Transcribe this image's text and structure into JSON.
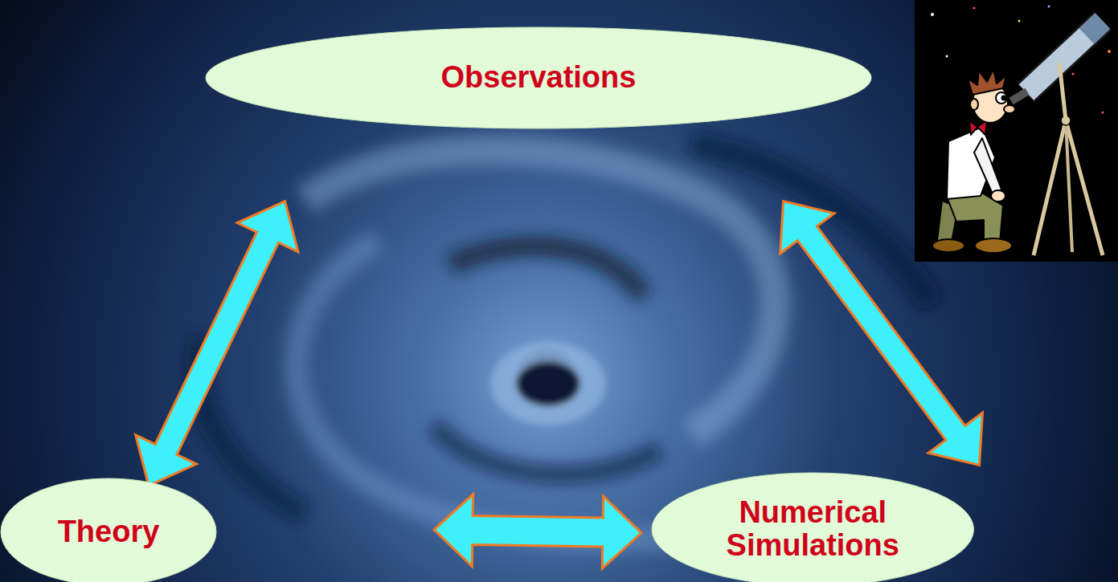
{
  "diagram": {
    "nodes": [
      {
        "text": [
          "Observations"
        ]
      },
      {
        "text": [
          "Theory"
        ]
      },
      {
        "text": [
          "Numerical Simulations"
        ]
      }
    ],
    "edges": [
      {
        "from": 1,
        "to": 0,
        "arrow": "both"
      },
      {
        "from": 0,
        "to": 2,
        "arrow": "both"
      },
      {
        "from": 1,
        "to": 2,
        "arrow": "both"
      }
    ]
  }
}
